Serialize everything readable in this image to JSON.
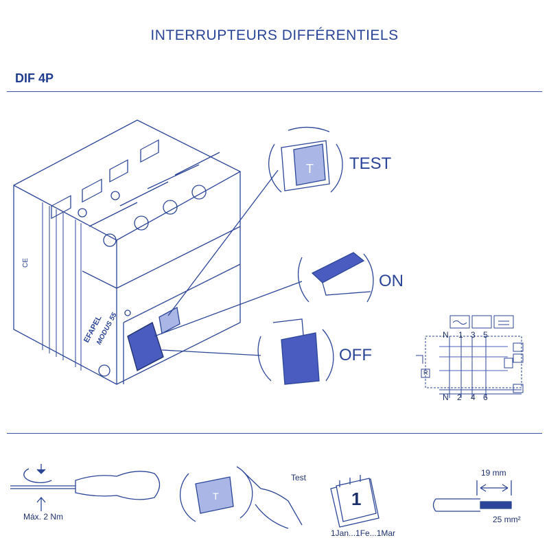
{
  "header": {
    "title": "INTERRUPTEURS DIFFÉRENTIELS",
    "section": "DIF 4P"
  },
  "product": {
    "brand": "EFAPEL",
    "model": "MODUS 55",
    "test_button": "T"
  },
  "callouts": {
    "test": "TEST",
    "on": "ON",
    "off": "OFF"
  },
  "diagram": {
    "top_terminals": [
      "N",
      "1",
      "3",
      "5"
    ],
    "bottom_terminals": [
      "N",
      "2",
      "4",
      "6"
    ],
    "relay": "R"
  },
  "footer": {
    "torque": "Máx. 2 Nm",
    "test_label": "Test",
    "calendar_day": "1",
    "schedule": "1Jan...1Fe...1Mar",
    "strip_length": "19 mm",
    "cable_section": "25 mm²"
  },
  "colors": {
    "line": "#2a4597",
    "accent": "#4a5cc0",
    "fill": "#aab6e6"
  }
}
